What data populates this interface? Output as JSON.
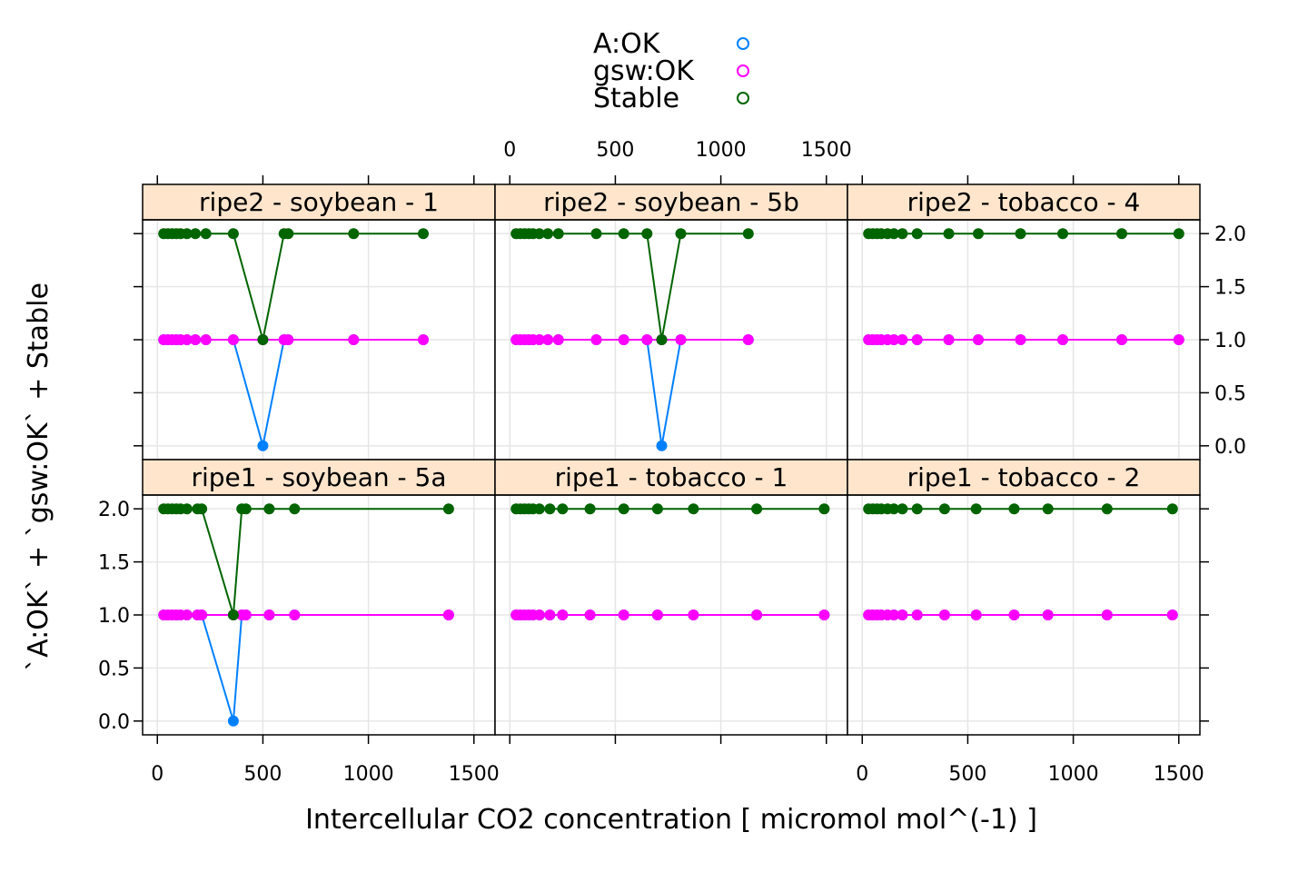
{
  "chart_data": {
    "type": "line",
    "xlabel": "Intercellular CO2 concentration [ micromol mol^(-1) ]",
    "ylabel": "`A:OK` + `gsw:OK` + Stable",
    "xlim": [
      -70,
      1600
    ],
    "ylim": [
      -0.13,
      2.13
    ],
    "x_ticks": [
      0,
      500,
      1000,
      1500
    ],
    "y_ticks": [
      0.0,
      0.5,
      1.0,
      1.5,
      2.0
    ],
    "x_tick_labels": [
      "0",
      "500",
      "1000",
      "1500"
    ],
    "y_tick_labels": [
      "0.0",
      "0.5",
      "1.0",
      "1.5",
      "2.0"
    ],
    "legend": [
      {
        "name": "A:OK",
        "color": "#0080ff"
      },
      {
        "name": "gsw:OK",
        "color": "#ff00ff"
      },
      {
        "name": "Stable",
        "color": "#006400"
      }
    ],
    "panels": [
      {
        "label": "ripe2 - soybean - 1",
        "row": 0,
        "col": 0,
        "x": [
          30,
          50,
          70,
          90,
          110,
          140,
          180,
          230,
          360,
          500,
          600,
          620,
          930,
          1260
        ],
        "series": {
          "aok": [
            1,
            1,
            1,
            1,
            1,
            1,
            1,
            1,
            1,
            0,
            1,
            1,
            1,
            1
          ],
          "gswok": [
            1,
            1,
            1,
            1,
            1,
            1,
            1,
            1,
            1,
            1,
            1,
            1,
            1,
            1
          ],
          "stable": [
            2,
            2,
            2,
            2,
            2,
            2,
            2,
            2,
            2,
            1,
            2,
            2,
            2,
            2
          ]
        }
      },
      {
        "label": "ripe2 - soybean - 5b",
        "row": 0,
        "col": 1,
        "x": [
          30,
          50,
          70,
          90,
          110,
          140,
          180,
          230,
          410,
          540,
          650,
          720,
          810,
          1130
        ],
        "series": {
          "aok": [
            1,
            1,
            1,
            1,
            1,
            1,
            1,
            1,
            1,
            1,
            1,
            0,
            1,
            1
          ],
          "gswok": [
            1,
            1,
            1,
            1,
            1,
            1,
            1,
            1,
            1,
            1,
            1,
            1,
            1,
            1
          ],
          "stable": [
            2,
            2,
            2,
            2,
            2,
            2,
            2,
            2,
            2,
            2,
            2,
            1,
            2,
            2
          ]
        }
      },
      {
        "label": "ripe2 - tobacco - 4",
        "row": 0,
        "col": 2,
        "x": [
          30,
          50,
          70,
          90,
          120,
          150,
          190,
          260,
          410,
          550,
          750,
          950,
          1230,
          1500
        ],
        "series": {
          "aok": [
            1,
            1,
            1,
            1,
            1,
            1,
            1,
            1,
            1,
            1,
            1,
            1,
            1,
            1
          ],
          "gswok": [
            1,
            1,
            1,
            1,
            1,
            1,
            1,
            1,
            1,
            1,
            1,
            1,
            1,
            1
          ],
          "stable": [
            2,
            2,
            2,
            2,
            2,
            2,
            2,
            2,
            2,
            2,
            2,
            2,
            2,
            2
          ]
        }
      },
      {
        "label": "ripe1 - soybean - 5a",
        "row": 1,
        "col": 0,
        "x": [
          30,
          50,
          70,
          90,
          110,
          140,
          190,
          210,
          360,
          400,
          420,
          530,
          650,
          1380
        ],
        "series": {
          "aok": [
            1,
            1,
            1,
            1,
            1,
            1,
            1,
            1,
            0,
            1,
            1,
            1,
            1,
            1
          ],
          "gswok": [
            1,
            1,
            1,
            1,
            1,
            1,
            1,
            1,
            1,
            1,
            1,
            1,
            1,
            1
          ],
          "stable": [
            2,
            2,
            2,
            2,
            2,
            2,
            2,
            2,
            1,
            2,
            2,
            2,
            2,
            2
          ]
        }
      },
      {
        "label": "ripe1 - tobacco - 1",
        "row": 1,
        "col": 1,
        "x": [
          30,
          50,
          70,
          90,
          110,
          140,
          190,
          250,
          380,
          540,
          700,
          870,
          1170,
          1490
        ],
        "series": {
          "aok": [
            1,
            1,
            1,
            1,
            1,
            1,
            1,
            1,
            1,
            1,
            1,
            1,
            1,
            1
          ],
          "gswok": [
            1,
            1,
            1,
            1,
            1,
            1,
            1,
            1,
            1,
            1,
            1,
            1,
            1,
            1
          ],
          "stable": [
            2,
            2,
            2,
            2,
            2,
            2,
            2,
            2,
            2,
            2,
            2,
            2,
            2,
            2
          ]
        }
      },
      {
        "label": "ripe1 - tobacco - 2",
        "row": 1,
        "col": 2,
        "x": [
          30,
          50,
          70,
          90,
          120,
          150,
          190,
          260,
          390,
          540,
          720,
          880,
          1160,
          1470
        ],
        "series": {
          "aok": [
            1,
            1,
            1,
            1,
            1,
            1,
            1,
            1,
            1,
            1,
            1,
            1,
            1,
            1
          ],
          "gswok": [
            1,
            1,
            1,
            1,
            1,
            1,
            1,
            1,
            1,
            1,
            1,
            1,
            1,
            1
          ],
          "stable": [
            2,
            2,
            2,
            2,
            2,
            2,
            2,
            2,
            2,
            2,
            2,
            2,
            2,
            2
          ]
        }
      }
    ]
  }
}
